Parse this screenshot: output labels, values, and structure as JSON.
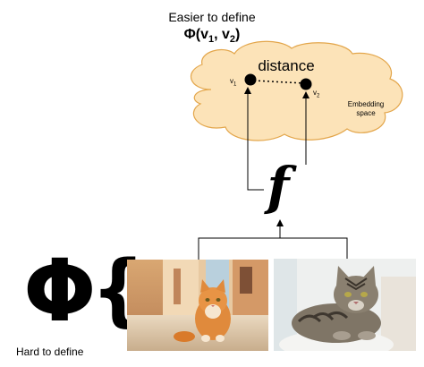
{
  "top": {
    "title": "Easier to define",
    "phi_prefix": "Φ(v",
    "phi_sub1": "1",
    "phi_mid": ", v",
    "phi_sub2": "2",
    "phi_suffix": ")"
  },
  "embedding": {
    "distance_label": "distance",
    "v1_base": "v",
    "v1_sub": "1",
    "v2_base": "v",
    "v2_sub": "2",
    "space_label_line1": "Embedding",
    "space_label_line2": "space"
  },
  "function_symbol": "f",
  "bottom": {
    "phi_symbol": "Φ",
    "brace": "{",
    "hard_label": "Hard to define"
  },
  "images": {
    "left": "orange-cat-photo",
    "right": "tabby-cat-photo"
  },
  "colors": {
    "cloud_fill": "#fce3b8",
    "cloud_stroke": "#e3a64b"
  }
}
